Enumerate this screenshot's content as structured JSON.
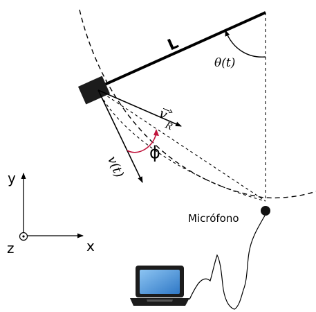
{
  "labels": {
    "rod": "L",
    "theta": "θ(t)",
    "v_r": "v",
    "v_r_sub": "R",
    "v_t": "v(t)",
    "phi": "ϕ",
    "microphone": "Micrófono",
    "axis_y": "y",
    "axis_x": "x",
    "axis_z": "z"
  },
  "colors": {
    "ink": "#000000",
    "angle_arc": "#c0143c",
    "laptop_screen": "#3f8ad6",
    "laptop_body": "#1c1c1c"
  },
  "icons": {
    "laptop": "laptop-icon",
    "microphone": "microphone-dot-icon",
    "pendulum_mass": "pendulum-mass-icon",
    "z_axis": "out-of-page-icon"
  }
}
